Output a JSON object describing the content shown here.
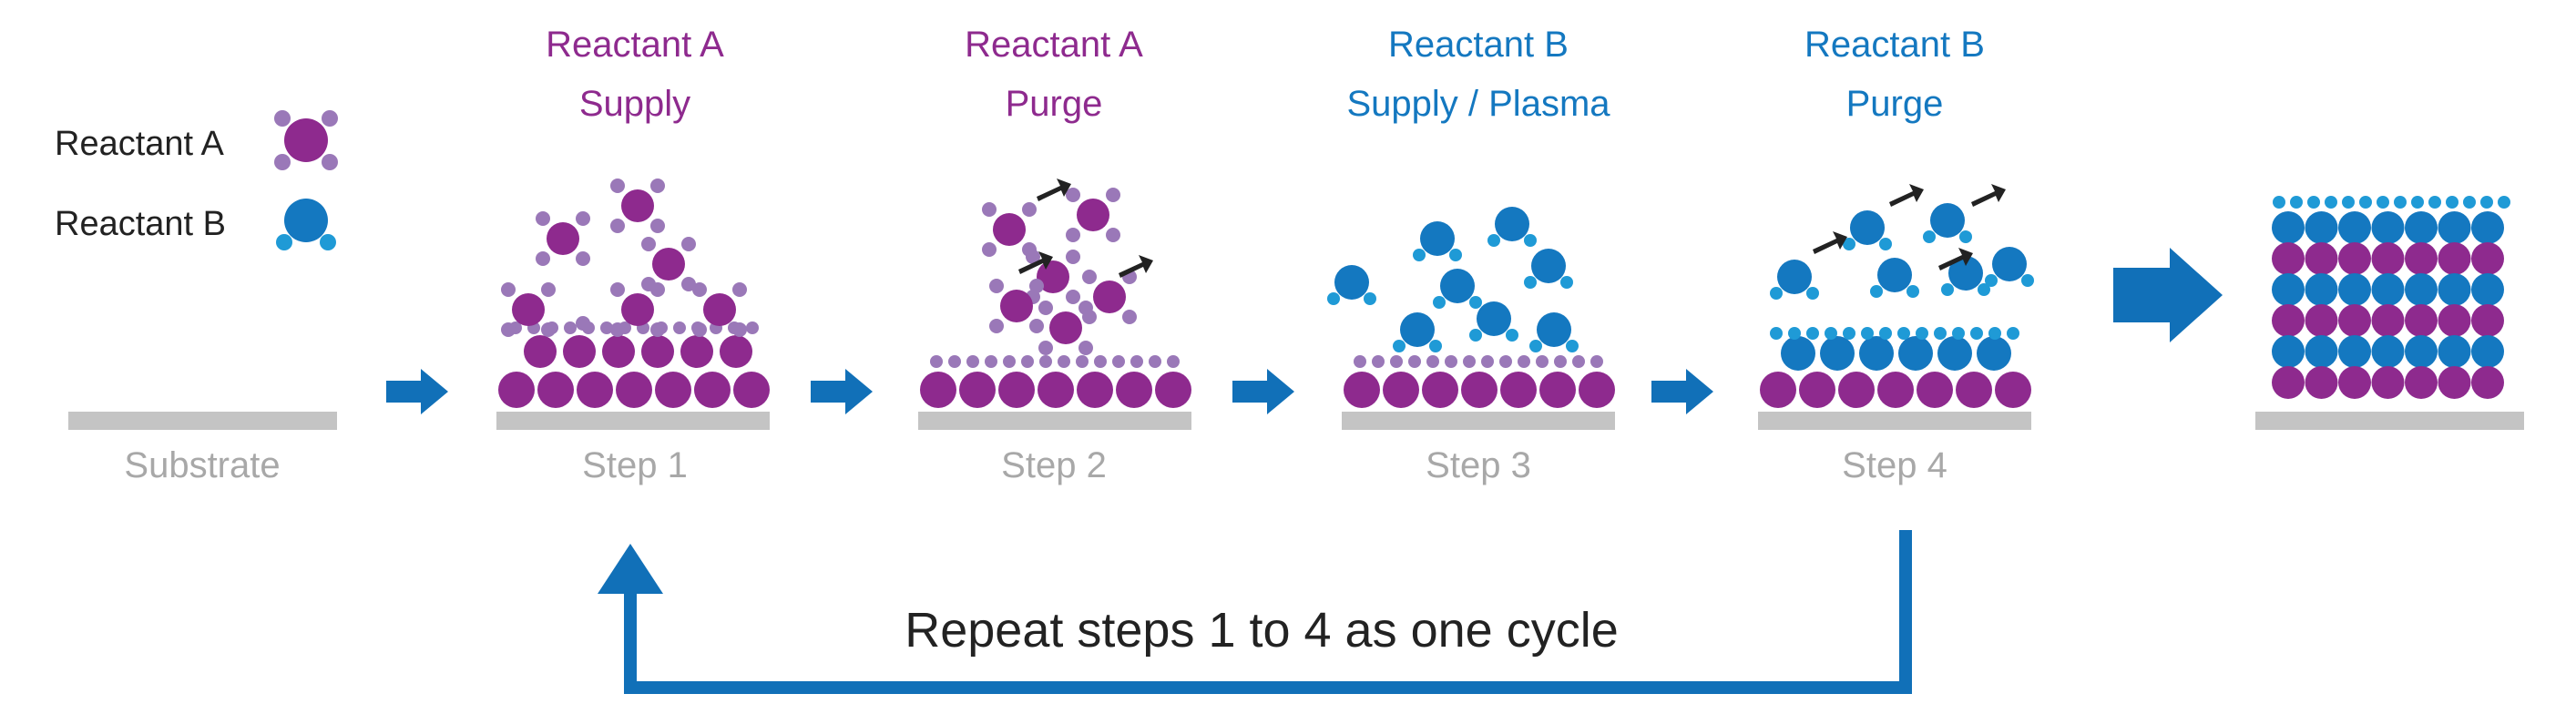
{
  "legend": {
    "reactant_a_label": "Reactant A",
    "reactant_b_label": "Reactant B"
  },
  "steps": [
    {
      "title_line1": "",
      "title_line2": "",
      "caption": "Substrate"
    },
    {
      "title_line1": "Reactant A",
      "title_line2": "Supply",
      "caption": "Step 1"
    },
    {
      "title_line1": "Reactant A",
      "title_line2": "Purge",
      "caption": "Step 2"
    },
    {
      "title_line1": "Reactant B",
      "title_line2": "Supply / Plasma",
      "caption": "Step 3"
    },
    {
      "title_line1": "Reactant B",
      "title_line2": "Purge",
      "caption": "Step 4"
    }
  ],
  "cycle_label": "Repeat steps 1 to 4 as one cycle",
  "colors": {
    "reactant_a": "#8e2a8e",
    "reactant_a_small": "#9a78b8",
    "reactant_b": "#1478c0",
    "reactant_b_small": "#1f9ad6",
    "arrow": "#1170b8",
    "substrate": "#c4c4c4",
    "caption": "#a8a8a8",
    "text": "#222222"
  }
}
